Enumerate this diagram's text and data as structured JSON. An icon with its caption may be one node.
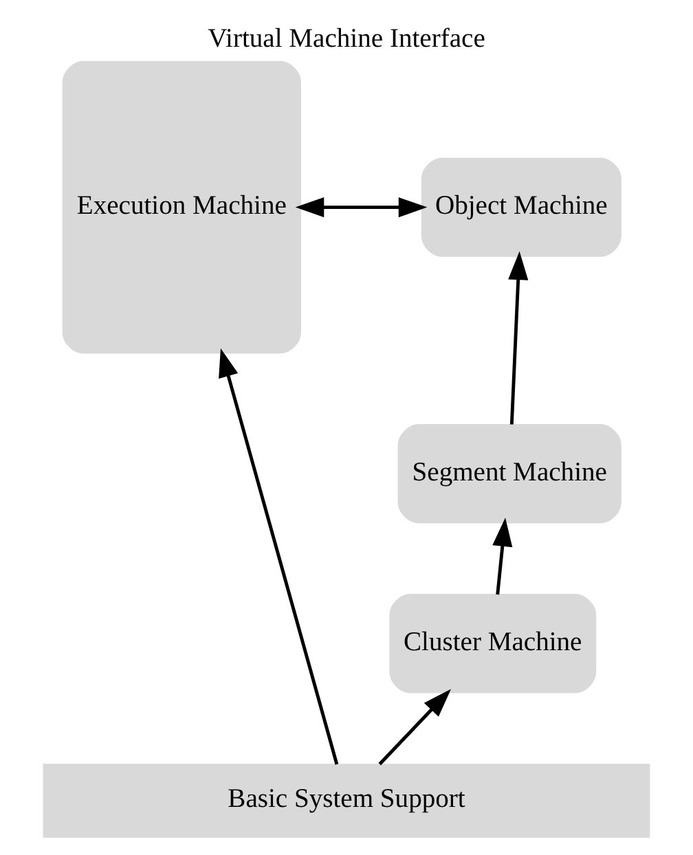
{
  "diagram": {
    "title": "Virtual Machine Interface",
    "nodes": [
      {
        "text": [
          "Object Machine"
        ]
      },
      {
        "text": [
          "Execution Machine"
        ]
      },
      {
        "text": [
          "Segment Machine"
        ]
      },
      {
        "text": [
          "Cluster Machine"
        ]
      },
      {
        "text": [
          "Basic System Support"
        ]
      }
    ],
    "edges": [
      {
        "from": 0,
        "to": 1,
        "arrow": "both"
      },
      {
        "from": 2,
        "to": 0,
        "arrow": "to"
      },
      {
        "from": 3,
        "to": 2,
        "arrow": "to"
      },
      {
        "from": 4,
        "to": 3,
        "arrow": "to"
      },
      {
        "from": 4,
        "to": 1,
        "arrow": "to"
      }
    ]
  }
}
